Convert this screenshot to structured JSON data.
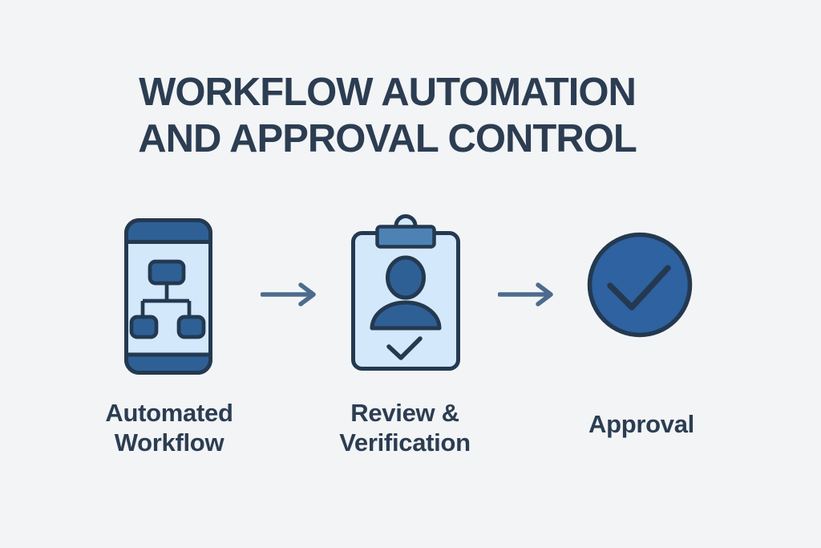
{
  "title": {
    "line1": "WORKFLOW AUTOMATION",
    "line2": "AND APPROVAL CONTROL"
  },
  "steps": [
    {
      "id": "automated-workflow",
      "label": "Automated Workflow",
      "icon": "smartphone-flowchart-icon"
    },
    {
      "id": "review-verification",
      "label": "Review & Verification",
      "icon": "clipboard-person-check-icon"
    },
    {
      "id": "approval",
      "label": "Approval",
      "icon": "check-circle-icon"
    }
  ],
  "connectors": [
    {
      "icon": "arrow-right-icon"
    },
    {
      "icon": "arrow-right-icon"
    }
  ],
  "colors": {
    "background": "#f2f4f6",
    "navy": "#2c3d52",
    "outline": "#243950",
    "fill_blue": "#2e6096",
    "circle_blue": "#2e62a0",
    "clip_blue": "#4e82b4",
    "light_blue": "#d3e8fb",
    "arrow": "#4d6b8d"
  }
}
